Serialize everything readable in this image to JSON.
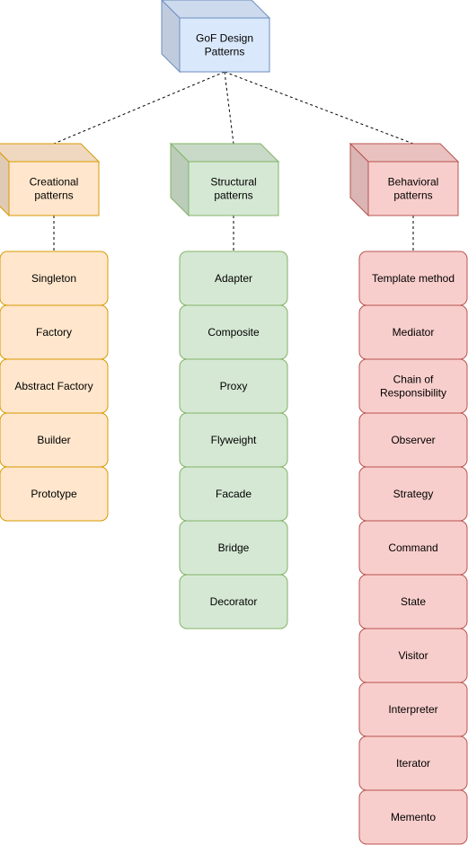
{
  "root": {
    "label_lines": [
      "GoF Design",
      "Patterns"
    ],
    "colors": {
      "fill": "#dae8fc",
      "stroke": "#6c8ebf"
    }
  },
  "categories": [
    {
      "key": "creational",
      "label_lines": [
        "Creational",
        "patterns"
      ],
      "colors": {
        "fill": "#ffe6cc",
        "stroke": "#d79b00"
      },
      "items": [
        [
          "Singleton"
        ],
        [
          "Factory"
        ],
        [
          "Abstract Factory"
        ],
        [
          "Builder"
        ],
        [
          "Prototype"
        ]
      ]
    },
    {
      "key": "structural",
      "label_lines": [
        "Structural",
        "patterns"
      ],
      "colors": {
        "fill": "#d5e8d4",
        "stroke": "#82b366"
      },
      "items": [
        [
          "Adapter"
        ],
        [
          "Composite"
        ],
        [
          "Proxy"
        ],
        [
          "Flyweight"
        ],
        [
          "Facade"
        ],
        [
          "Bridge"
        ],
        [
          "Decorator"
        ]
      ]
    },
    {
      "key": "behavioral",
      "label_lines": [
        "Behavioral",
        "patterns"
      ],
      "colors": {
        "fill": "#f8cecc",
        "stroke": "#b85450"
      },
      "items": [
        [
          "Template method"
        ],
        [
          "Mediator"
        ],
        [
          "Chain of",
          "Responsibility"
        ],
        [
          "Observer"
        ],
        [
          "Strategy"
        ],
        [
          "Command"
        ],
        [
          "State"
        ],
        [
          "Visitor"
        ],
        [
          "Interpreter"
        ],
        [
          "Iterator"
        ],
        [
          "Memento"
        ]
      ]
    }
  ]
}
